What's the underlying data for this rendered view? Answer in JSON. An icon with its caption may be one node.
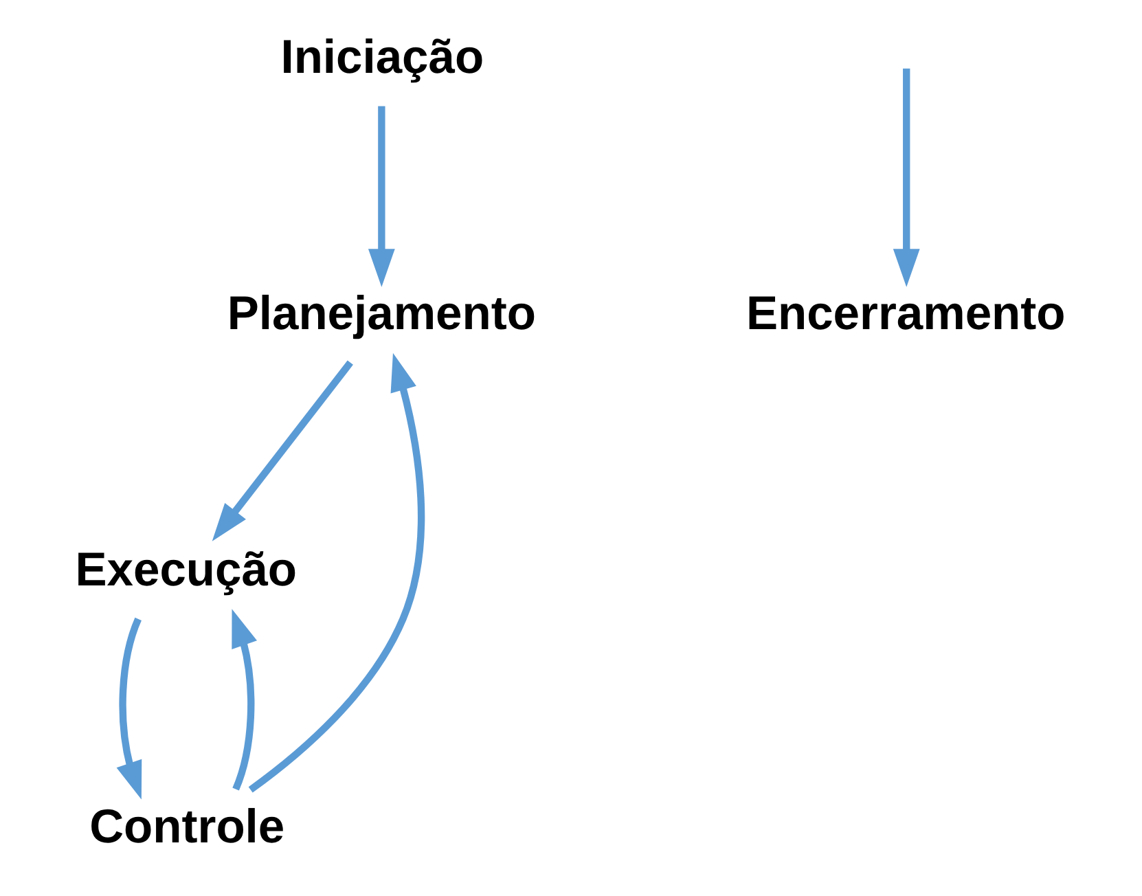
{
  "diagram": {
    "nodes": [
      {
        "text": [
          "Iniciação"
        ]
      },
      {
        "text": [
          "Planejamento"
        ]
      },
      {
        "text": [
          "Controle"
        ]
      },
      {
        "text": [
          "Execução"
        ]
      },
      {
        "text": [
          "Encerramento"
        ]
      }
    ],
    "edges": [
      {
        "from": 0,
        "to": 1,
        "arrow": "to"
      },
      {
        "from": 1,
        "to": 3,
        "arrow": "to"
      },
      {
        "from": 3,
        "to": 2,
        "arrow": "to"
      },
      {
        "from": 2,
        "to": 1,
        "arrow": "to"
      },
      {
        "from": 2,
        "to": 3,
        "arrow": "to"
      },
      {
        "from": null,
        "to": 4,
        "arrow": "to"
      }
    ]
  }
}
